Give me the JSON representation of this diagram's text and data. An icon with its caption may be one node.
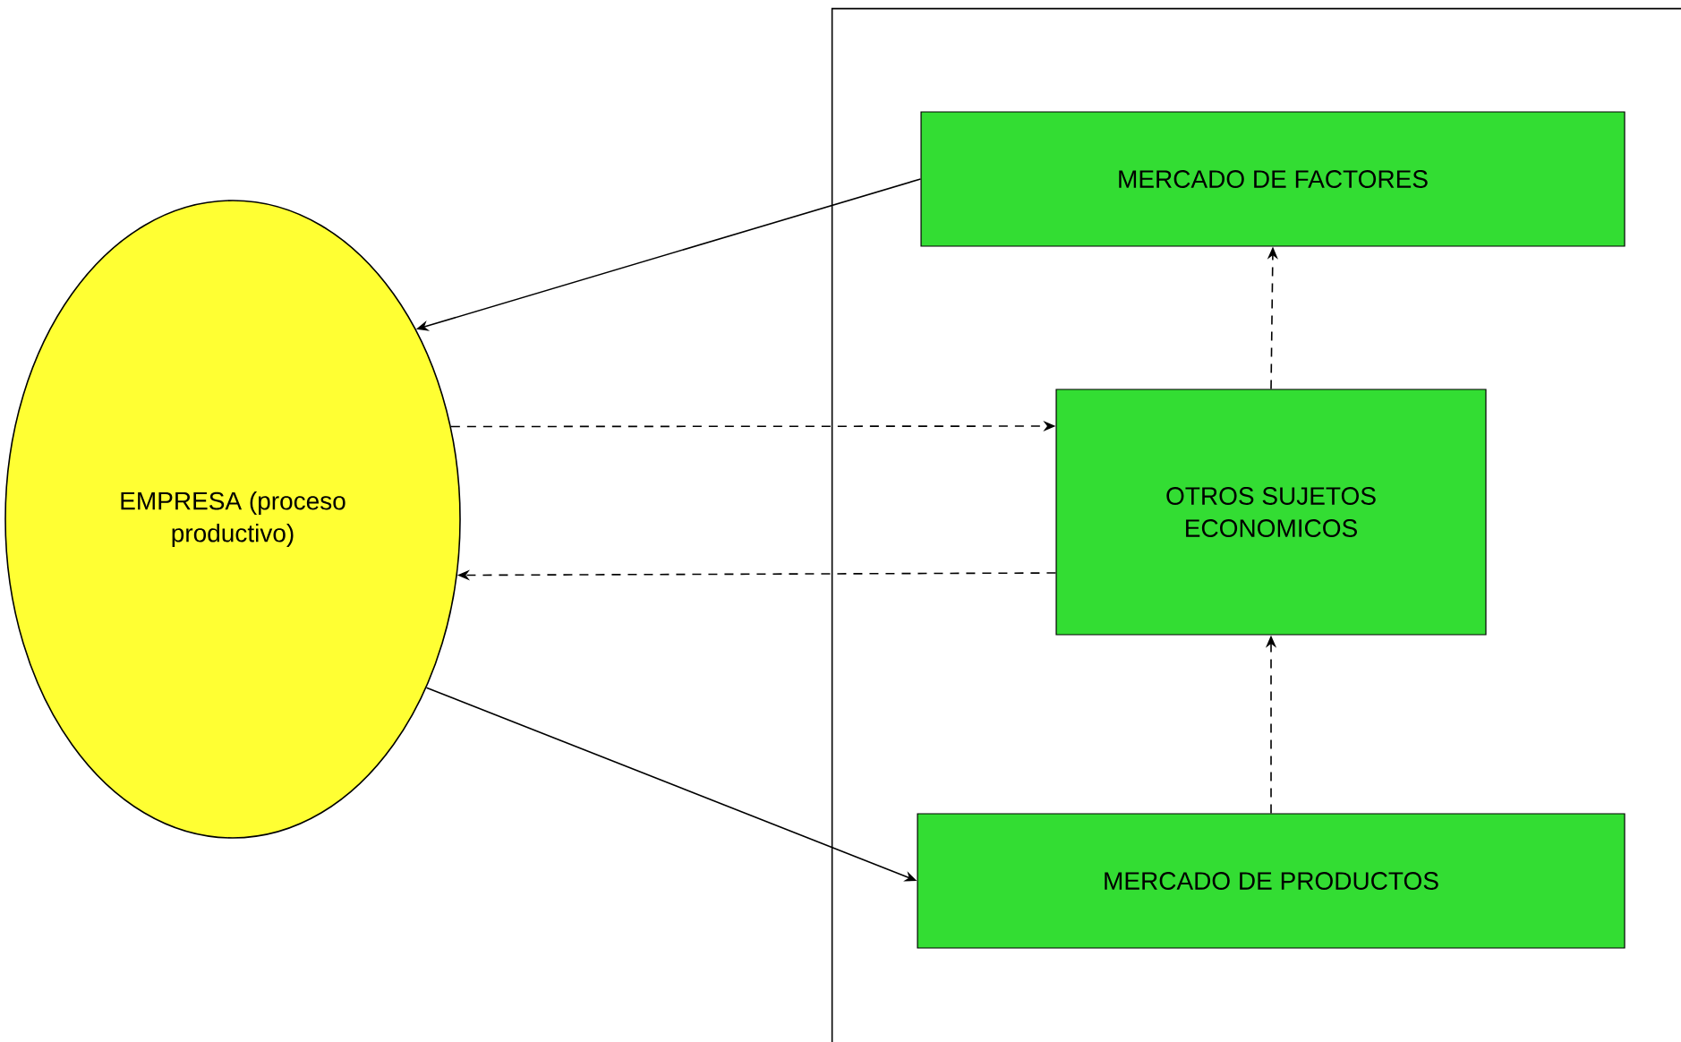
{
  "diagram": {
    "nodes": [
      {
        "text": [
          "EMPRESA (proceso productivo)"
        ]
      },
      {
        "text": [],
        "shape": "box"
      },
      {
        "text": [
          "MERCADO DE FACTORES"
        ],
        "in": 1
      },
      {
        "text": [
          "OTROS SUJETOS ECONOMICOS"
        ],
        "in": 1
      },
      {
        "text": [
          "MERCADO DE PRODUCTOS"
        ],
        "in": 1
      }
    ],
    "edges": [
      {
        "from": 2,
        "to": 0,
        "arrow": "to"
      },
      {
        "from": 0,
        "to": 3,
        "arrow": "to",
        "style": "dashed"
      },
      {
        "from": 3,
        "to": 0,
        "arrow": "to",
        "style": "dashed"
      },
      {
        "from": 0,
        "to": 4,
        "arrow": "to"
      },
      {
        "from": 3,
        "to": 2,
        "arrow": "to",
        "style": "dashed"
      },
      {
        "from": 4,
        "to": 3,
        "arrow": "to",
        "style": "dashed"
      }
    ]
  }
}
